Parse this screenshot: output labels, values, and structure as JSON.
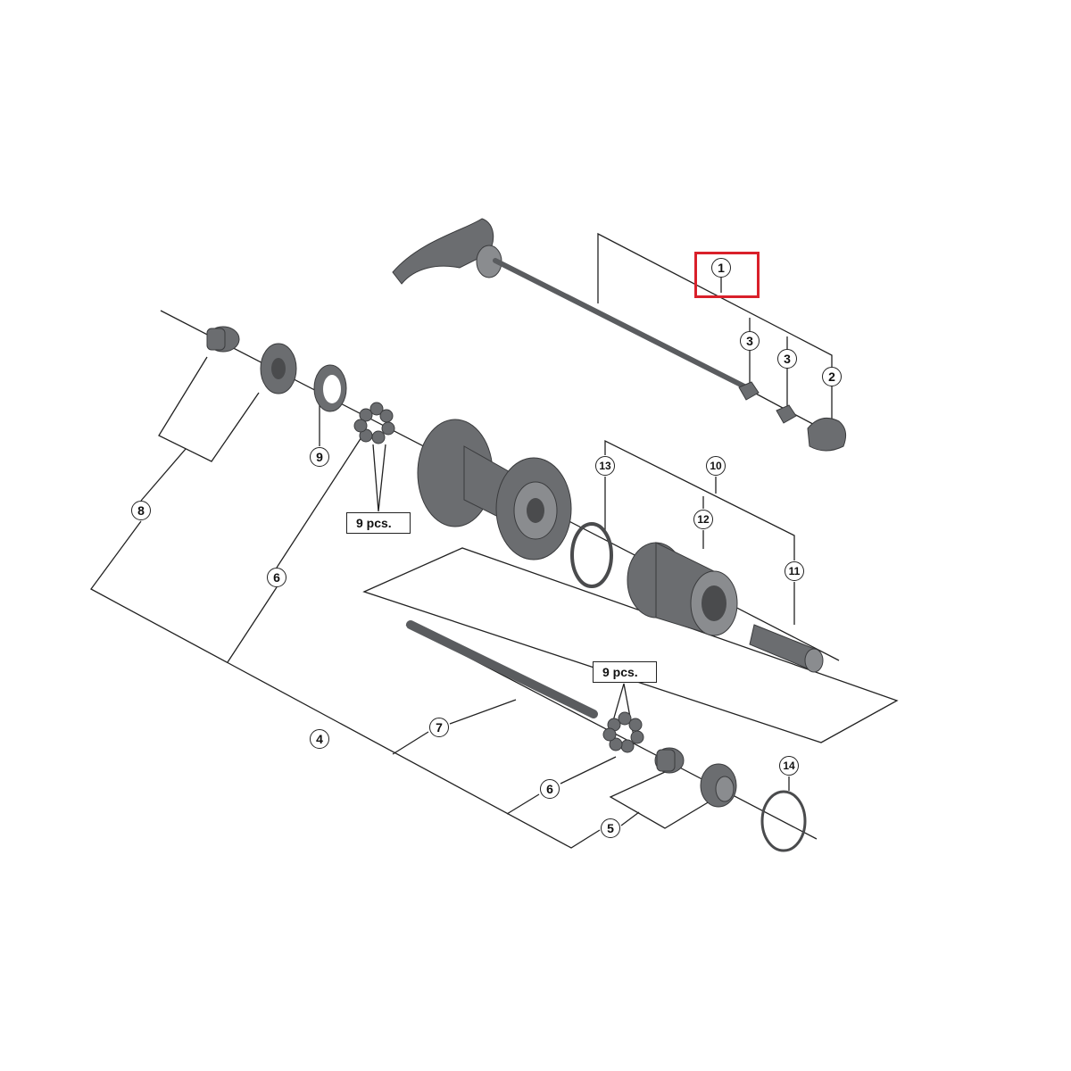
{
  "diagram": {
    "highlight_color": "#d9202a",
    "callouts": [
      {
        "id": "c1",
        "label": "1"
      },
      {
        "id": "c2",
        "label": "2"
      },
      {
        "id": "c3a",
        "label": "3"
      },
      {
        "id": "c3b",
        "label": "3"
      },
      {
        "id": "c4",
        "label": "4"
      },
      {
        "id": "c5",
        "label": "5"
      },
      {
        "id": "c6a",
        "label": "6"
      },
      {
        "id": "c6b",
        "label": "6"
      },
      {
        "id": "c7",
        "label": "7"
      },
      {
        "id": "c8",
        "label": "8"
      },
      {
        "id": "c9",
        "label": "9"
      },
      {
        "id": "c10",
        "label": "10"
      },
      {
        "id": "c11",
        "label": "11"
      },
      {
        "id": "c12",
        "label": "12"
      },
      {
        "id": "c13",
        "label": "13"
      },
      {
        "id": "c14",
        "label": "14"
      }
    ],
    "quantity_labels": [
      "9 pcs.",
      "9 pcs."
    ]
  }
}
